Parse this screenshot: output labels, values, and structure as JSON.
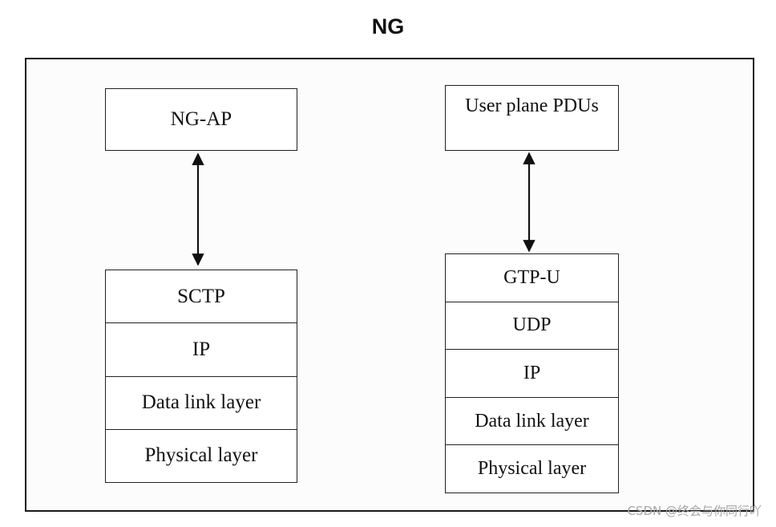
{
  "title": "NG",
  "left": {
    "top_box": "NG-AP",
    "layers": [
      "SCTP",
      "IP",
      "Data link layer",
      "Physical layer"
    ]
  },
  "right": {
    "top_box": "User plane PDUs",
    "layers": [
      "GTP-U",
      "UDP",
      "IP",
      "Data link layer",
      "Physical layer"
    ]
  },
  "watermark": "CSDN @终会与你同行吖"
}
